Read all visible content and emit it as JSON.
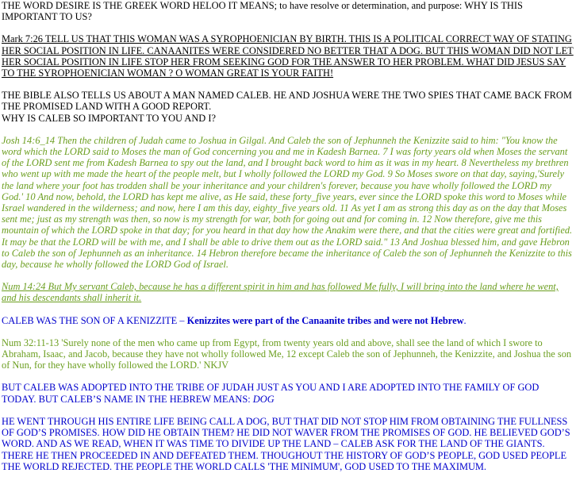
{
  "colors": {
    "black": "#000000",
    "green": "#6b9e1f",
    "blue": "#0000cc"
  },
  "para1": "THE WORD DESIRE IS THE GREEK WORD HELOO  IT MEANS;  to have resolve or determination, and purpose: WHY IS THIS IMPORTANT TO US?",
  "para2": "Mark 7:26  TELL US THAT THIS WOMAN WAS A SYROPHOENICIAN BY BIRTH. THIS IS A POLITICAL CORRECT WAY OF STATING HER SOCIAL POSITION IN LIFE. CANAANITES WERE CONSIDERED NO BETTER THAT A DOG.  BUT THIS WOMAN DID NOT LET HER SOCIAL POSITION IN LIFE STOP HER FROM SEEKING GOD FOR THE ANSWER TO HER PROBLEM. WHAT DID JESUS SAY TO THE SYROPHOENICIAN WOMAN ? O WOMAN GREAT IS YOUR FAITH! ",
  "para3_line1": "THE BIBLE ALSO TELLS US ABOUT A MAN NAMED CALEB. HE AND JOSHUA WERE THE TWO SPIES THAT CAME BACK FROM THE PROMISED LAND WITH A GOOD REPORT.",
  "para3_line2": "WHY IS CALEB SO IMPORTANT TO YOU AND I?",
  "para4": "Josh 14:6_14 Then the children of Judah came to Joshua in Gilgal. And Caleb the son of Jephunneh the Kenizzite said to him: \"You know the word which the LORD said to Moses the man of God concerning you and me in Kadesh Barnea. 7 I was forty years old when Moses the servant of the LORD sent me from Kadesh Barnea to spy out the land, and I brought back word to him as it was in my heart. 8 Nevertheless my brethren who went up with me made the heart of the people melt, but I wholly followed the LORD my God. 9 So Moses swore on that day, saying,'Surely the land where your foot has trodden shall be your inheritance and your children's forever, because you have wholly followed the LORD my God.' 10 And now, behold, the LORD has kept me alive, as He said, these forty_five years, ever since the LORD spoke this word to Moses while Israel wandered in the wilderness; and now, here I am this day, eighty_five years old. 11 As yet I am as strong this day as on the day that Moses sent me; just as my strength was then, so now is my strength for war, both for going out and for coming in. 12 Now therefore, give me this mountain of which the LORD spoke in that day; for you heard in that day how the Anakim were there, and that the cities were great and fortified. It may be that the LORD will be with me, and I shall be able to drive them out as the LORD said.\" 13 And Joshua blessed him, and gave Hebron to Caleb the son of Jephunneh as an inheritance. 14 Hebron therefore became the inheritance of Caleb the son of Jephunneh the Kenizzite to this day, because he wholly followed the LORD God of Israel.",
  "para5": "Num 14:24 But My servant Caleb, because he has a different spirit in him and has followed Me fully, I will bring into the land where he went, and his descendants shall inherit it.  ",
  "para6_a": "CALEB WAS THE SON OF A KENIZZITE – ",
  "para6_b": "Kenizzites  were part of the Canaanite tribes and were not Hebrew",
  "para6_c": ".",
  "para7": "Num 32:11-13 'Surely none of the men who came up from Egypt, from twenty years old and above, shall see the land of which I swore to Abraham, Isaac, and Jacob, because they have not wholly followed Me, 12 except Caleb the son of Jephunneh, the Kenizzite, and Joshua the son of Nun, for they have wholly followed the LORD.' NKJV",
  "para8_a": "BUT CALEB WAS ADOPTED INTO THE TRIBE OF JUDAH JUST AS YOU AND I ARE ADOPTED INTO THE FAMILY OF GOD TODAY. BUT CALEB’S NAME IN THE HEBREW MEANS:    ",
  "para8_b": "DOG",
  "para9": "HE WENT THROUGH HIS ENTIRE LIFE BEING CALL A DOG, BUT THAT DID NOT STOP HIM FROM OBTAINING THE FULLNESS OF GOD’S PROMISES. HOW DID HE OBTAIN THEM? HE DID NOT WAVER FROM THE PROMISES OF GOD. HE BELIEVED GOD’S WORD. AND AS WE READ, WHEN IT WAS TIME TO DIVIDE UP THE LAND – CALEB ASK FOR THE LAND OF THE GIANTS. THERE HE THEN PROCEEDED IN AND DEFEATED THEM. THOUGHOUT THE HISTORY OF GOD’S PEOPLE, GOD USED PEOPLE THE WORLD REJECTED.  THE PEOPLE THE WORLD CALLS 'THE MINIMUM', GOD USED TO THE MAXIMUM."
}
